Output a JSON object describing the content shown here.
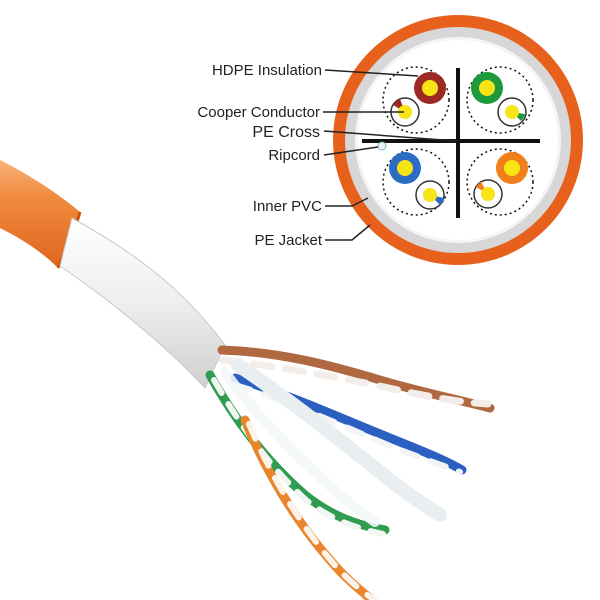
{
  "labels": {
    "hdpe_insulation": "HDPE Insulation",
    "cooper_conductor": "Cooper Conductor",
    "pe_cross": "PE Cross",
    "ripcord": "Ripcord",
    "inner_pvc": "Inner PVC",
    "pe_jacket": "PE Jacket"
  },
  "colors": {
    "jacket_orange": "#e8611c",
    "inner_pvc_grey": "#dcdcdc",
    "conductor_yellow": "#f7e417",
    "pair_brown": "#9b2a22",
    "pair_green": "#1f9a3a",
    "pair_blue": "#2d6cc4",
    "pair_orange": "#ef7f1a",
    "cross_black": "#111111",
    "leader_line": "#222222"
  }
}
